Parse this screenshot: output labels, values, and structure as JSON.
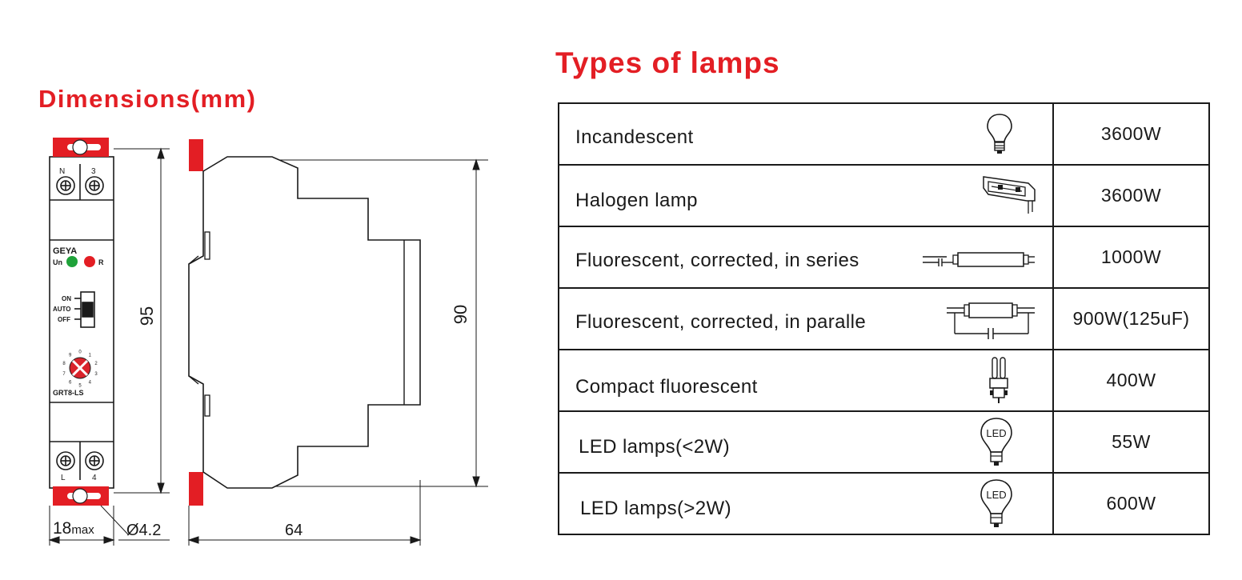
{
  "headings": {
    "dimensions": "Dimensions(mm)",
    "types": "Types of lamps"
  },
  "device": {
    "brand": "GEYA",
    "model": "GRT8-LS",
    "terminals_top": [
      "N",
      "3"
    ],
    "terminals_bottom": [
      "L",
      "4"
    ],
    "led_labels": {
      "un": "Un",
      "r": "R"
    },
    "switch_labels": [
      "ON",
      "AUTO",
      "OFF"
    ],
    "dial_numbers": [
      "0",
      "1",
      "2",
      "3",
      "4",
      "5",
      "6",
      "7",
      "8",
      "9"
    ],
    "colors": {
      "clip_red": "#e31e24",
      "led_green": "#1fa23a",
      "led_red": "#e31e24",
      "dial_red": "#d9232b"
    }
  },
  "dimensions": {
    "height_front": "95",
    "height_side": "90",
    "width_front": "18",
    "width_front_suffix": "max",
    "hole": "Ø4.2",
    "depth": "64"
  },
  "lamps": [
    {
      "name": "Incandescent",
      "icon": "bulb-icon",
      "power": "3600W"
    },
    {
      "name": "Halogen lamp",
      "icon": "halogen-lamp-icon",
      "power": "3600W"
    },
    {
      "name": "Fluorescent, corrected, in series",
      "icon": "tube-series-icon",
      "power": "1000W"
    },
    {
      "name": "Fluorescent, corrected, in paralle",
      "icon": "tube-parallel-icon",
      "power": "900W(125uF)"
    },
    {
      "name": "Compact fluorescent",
      "icon": "compact-fluorescent-icon",
      "power": "400W"
    },
    {
      "name": "LED lamps(<2W)",
      "icon": "led-bulb-icon",
      "icon_text": "LED",
      "power": "55W"
    },
    {
      "name": "LED lamps(>2W)",
      "icon": "led-bulb-icon",
      "icon_text": "LED",
      "power": "600W"
    }
  ]
}
